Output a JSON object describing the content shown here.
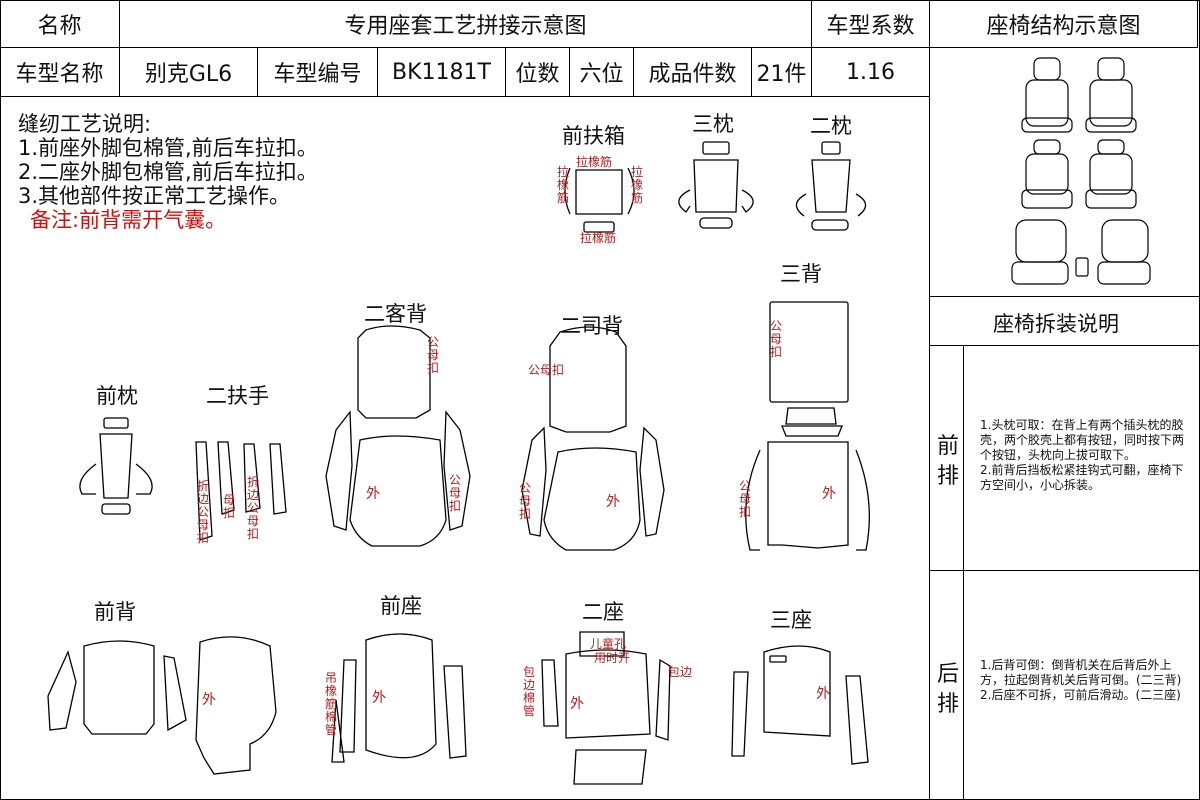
{
  "header": {
    "name_label": "名称",
    "title": "专用座套工艺拼接示意图",
    "coef_label": "车型系数",
    "structure_title": "座椅结构示意图"
  },
  "info": {
    "model_label": "车型名称",
    "model_value": "别克GL6",
    "code_label": "车型编号",
    "code_value": "BK1181T",
    "seats_label": "位数",
    "seats_value": "六位",
    "pieces_label": "成品件数",
    "pieces_value": "21件",
    "coef_value": "1.16"
  },
  "notes": {
    "title": "缝纫工艺说明:",
    "lines": [
      "1.前座外脚包棉管,前后车拉扣。",
      "2.二座外脚包棉管,前后车拉扣。",
      "3.其他部件按正常工艺操作。"
    ],
    "remark": "备注:前背需开气囊。"
  },
  "diagram": {
    "titles": {
      "front_box": "前扶箱",
      "headrest3": "三枕",
      "headrest2": "二枕",
      "back3": "三背",
      "passenger_back2": "二客背",
      "driver_back2": "二司背",
      "front_headrest": "前枕",
      "armrest2": "二扶手",
      "front_back": "前背",
      "front_seat": "前座",
      "seat2": "二座",
      "seat3": "三座"
    },
    "marks": {
      "elastic": "拉橡筋",
      "outside": "外",
      "snap": "公母扣",
      "edge_snap": "折边公母扣",
      "hang_elastic": "吊橡筋棉管",
      "wrap_edge": "包边",
      "wrap_cotton": "包边棉管",
      "child_hole": "儿童孔",
      "child_hole_open": "用时开",
      "mother_snap": "母扣"
    }
  },
  "disassembly": {
    "title": "座椅拆装说明",
    "front_label": "前排",
    "front_text": "1.头枕可取：在背上有两个插头枕的胶壳，两个胶壳上都有按钮，同时按下两个按钮，头枕向上拔可取下。\n2.前背后挡板松紧挂钩式可翻，座椅下方空间小，小心拆装。",
    "rear_label": "后排",
    "rear_text": "1.后背可倒：倒背机关在后背后外上方，拉起倒背机关后背可倒。(二三背)\n2.后座不可拆，可前后滑动。(二三座)"
  },
  "colors": {
    "accent_red": "#b81c1c",
    "line": "#000000"
  }
}
